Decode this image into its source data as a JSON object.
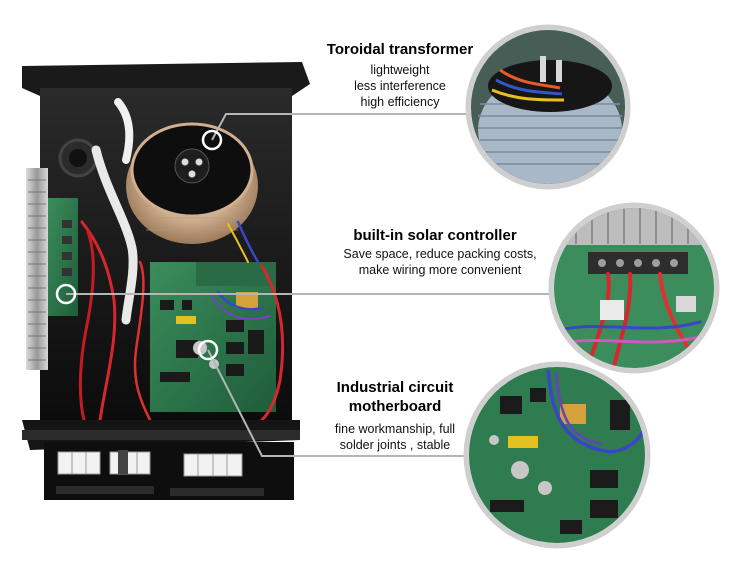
{
  "features": [
    {
      "title": "Toroidal transformer",
      "lines": [
        "lightweight",
        "less interference",
        "high efficiency"
      ]
    },
    {
      "title": "built-in solar controller",
      "lines": [
        "Save space, reduce packing costs,",
        "make wiring more convenient"
      ]
    },
    {
      "title_lines": [
        "Industrial circuit",
        "motherboard"
      ],
      "lines": [
        "fine workmanship, full",
        "solder joints , stable"
      ]
    }
  ],
  "colors": {
    "background": "#ffffff",
    "chassis": "#111111",
    "pcb": "#2e7d4f",
    "copper": "#c98b52",
    "wire_red": "#d8262e",
    "wire_blue": "#3a46c8",
    "callout_ring": "#c8c8c8"
  }
}
